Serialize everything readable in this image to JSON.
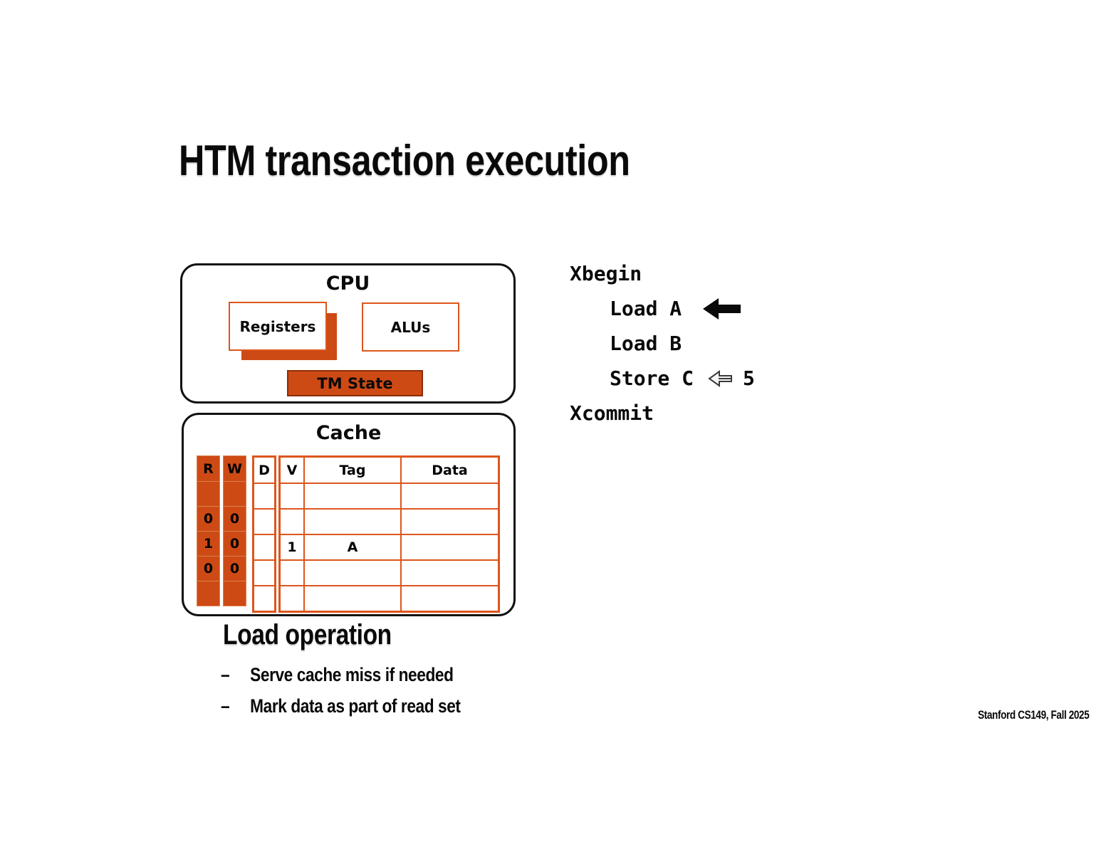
{
  "title": "HTM transaction execution",
  "colors": {
    "orange": "#ce4a15",
    "orange_border": "#dc561c",
    "box_border": "#111111",
    "text": "#0a0a0a"
  },
  "cpu": {
    "label": "CPU",
    "registers_label": "Registers",
    "alus_label": "ALUs",
    "tm_state_label": "TM State"
  },
  "cache": {
    "label": "Cache",
    "headers": {
      "r": "R",
      "w": "W",
      "d": "D",
      "v": "V",
      "tag": "Tag",
      "data": "Data"
    },
    "rows": [
      {
        "r": "",
        "w": "",
        "d": "",
        "v": "",
        "tag": "",
        "data": ""
      },
      {
        "r": "0",
        "w": "0",
        "d": "",
        "v": "",
        "tag": "",
        "data": ""
      },
      {
        "r": "1",
        "w": "0",
        "d": "",
        "v": "1",
        "tag": "A",
        "data": ""
      },
      {
        "r": "0",
        "w": "0",
        "d": "",
        "v": "",
        "tag": "",
        "data": ""
      },
      {
        "r": "",
        "w": "",
        "d": "",
        "v": "",
        "tag": "",
        "data": ""
      }
    ]
  },
  "code": {
    "line_xbegin": "Xbegin",
    "line_load_a": "Load A",
    "line_load_b": "Load B",
    "line_store_c": "Store C",
    "store_value": "5",
    "line_xcommit": "Xcommit"
  },
  "icons": {
    "current_line_arrow": "solid-left-arrow",
    "assign_arrow": "hollow-double-left-arrow"
  },
  "notes": {
    "heading": "Load operation",
    "bullet_marker": "–",
    "bullets": [
      "Serve cache miss if needed",
      "Mark data as part of read set"
    ]
  },
  "footer": "Stanford CS149, Fall 2025"
}
